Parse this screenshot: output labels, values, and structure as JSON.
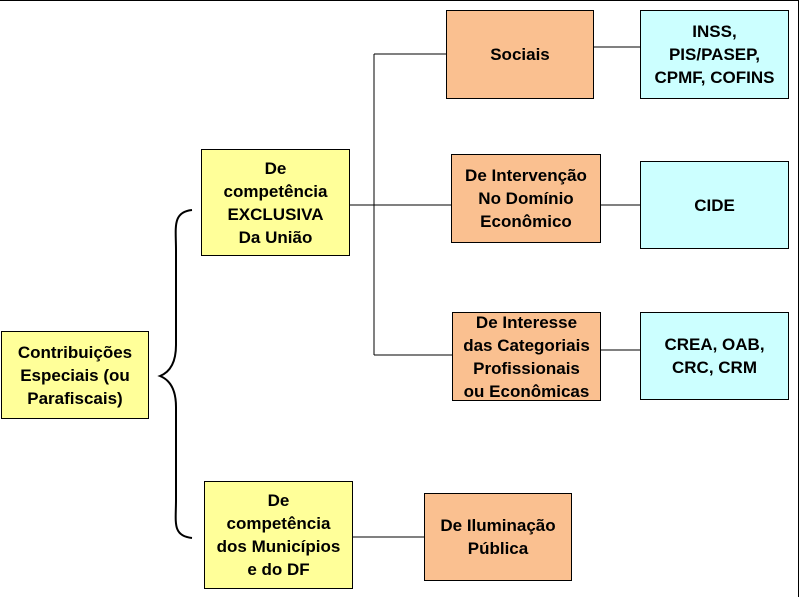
{
  "nodes": {
    "root": "Contribuições\nEspeciais (ou\nParafiscais)",
    "uniao": "De\ncompetência\nEXCLUSIVA\nDa União",
    "municipios": "De\ncompetência\ndos Municípios\ne do DF",
    "sociais": "Sociais",
    "intervencao": "De Intervenção\nNo Domínio\nEconômico",
    "interesse": "De Interesse\ndas Categoriais\nProfissionais\nou Econômicas",
    "iluminacao": "De Iluminação\nPública",
    "inss": "INSS,\nPIS/PASEP,\nCPMF, COFINS",
    "cide": "CIDE",
    "conselhos": "CREA, OAB,\nCRC, CRM"
  },
  "colors": {
    "level1": "#ffff99",
    "level2": "#fac090",
    "level3": "#ccffff"
  }
}
